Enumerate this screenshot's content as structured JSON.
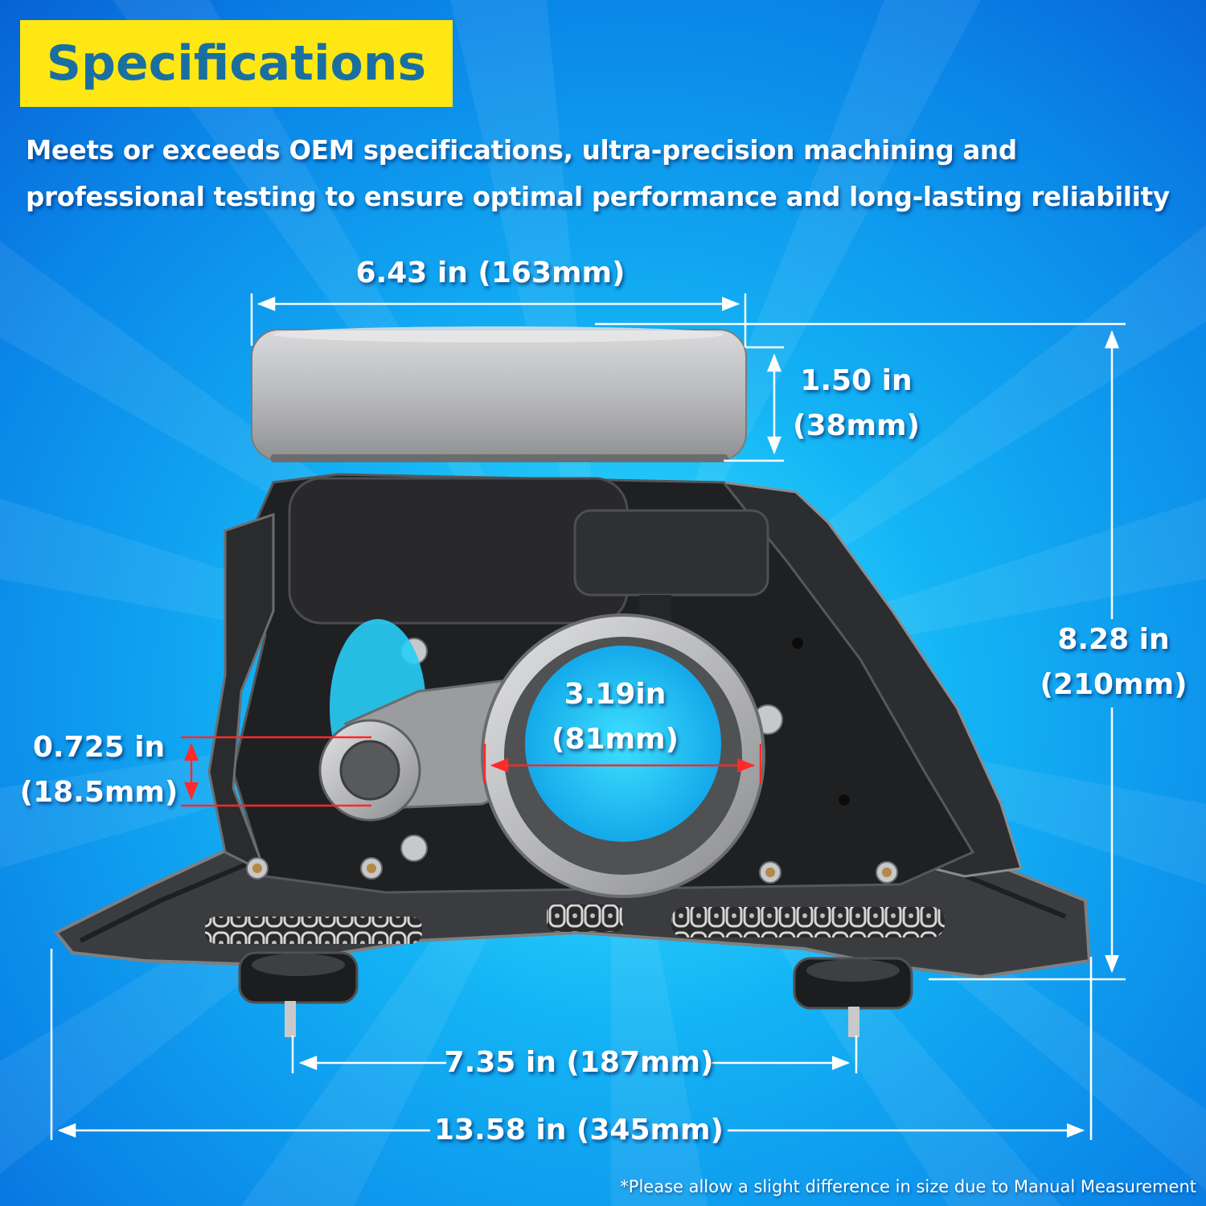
{
  "header": {
    "title": "Specifications",
    "subtitle_line1": "Meets or exceeds OEM specifications, ultra-precision machining and",
    "subtitle_line2": "professional testing to ensure optimal performance and long-lasting reliability"
  },
  "dimensions": {
    "pulley_width": "6.43 in (163mm)",
    "pulley_height_in": "1.50 in",
    "pulley_height_mm": "(38mm)",
    "total_height_in": "8.28 in",
    "total_height_mm": "(210mm)",
    "port_diameter_in": "3.19in",
    "port_diameter_mm": "(81mm)",
    "shaft_hole_in": "0.725 in",
    "shaft_hole_mm": "(18.5mm)",
    "axle_spacing": "7.35 in (187mm)",
    "total_width": "13.58 in (345mm)"
  },
  "footer": {
    "disclaimer": "*Please allow a slight difference in size due to Manual Measurement"
  },
  "colors": {
    "background_center": "#29d7ff",
    "background_edge": "#0a6fe0",
    "title_box": "#ffe714",
    "title_text": "#1a6fa0",
    "dimension_lines": "#ffffff",
    "detail_lines": "#ff2a2a"
  }
}
